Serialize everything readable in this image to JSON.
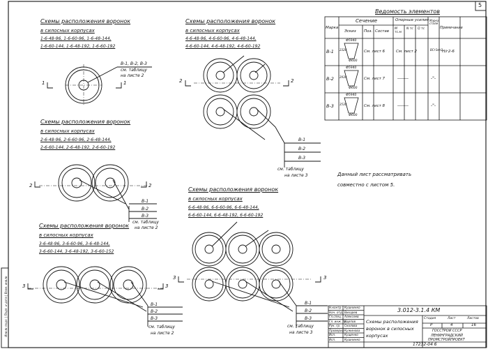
{
  "sheet": {
    "page_number": "5"
  },
  "schemes": {
    "s1": {
      "title": "Схемы расположения воронок",
      "sub": "в силосных корпусах",
      "lines": [
        "1-6-48-96, 1-6-60-96, 1-6-48-144,",
        "1-6-60-144, 1-6-48-192, 1-6-60-192"
      ],
      "leaders": [
        "В-1, В-2, В-3",
        "см. таблицу",
        "на листе 2"
      ],
      "section": "1"
    },
    "s2": {
      "title": "Схемы расположения воронок",
      "sub": "в силосных корпусах",
      "lines": [
        "4-6-48-96, 4-6-60-96, 4-6-48-144,",
        "4-6-60-144, 4-6-48-192, 4-6-60-192"
      ],
      "leaders": [
        "В-1",
        "В-2",
        "В-3",
        "см. таблицу",
        "на листе 3"
      ],
      "section": "2"
    },
    "s3": {
      "title": "Схемы расположения воронок",
      "sub": "в силосных корпусах",
      "lines": [
        "2-6-48-96, 2-6-60-96, 2-6-48-144,",
        "2-6-60-144, 2-6-48-192, 2-6-60-192"
      ],
      "leaders": [
        "В-1",
        "В-2",
        "В-3",
        "см. таблицу",
        "на листе 2"
      ],
      "section": "2"
    },
    "s4": {
      "title": "Схемы расположения воронок",
      "sub": "в силосных корпусах",
      "lines": [
        "6-6-48-96, 6-6-60-96, 6-6-48-144,",
        "6-6-60-144, 6-6-48-192, 6-6-60-192"
      ],
      "leaders": [
        "В-1",
        "В-2",
        "В-3",
        "см. таблицу",
        "на листе 3"
      ],
      "section": "3"
    },
    "s5": {
      "title": "Схемы расположения воронок",
      "sub": "в силосных корпусах",
      "lines": [
        "3-6-48-96, 3-6-60-96, 3-6-48-144,",
        "3-6-60-144, 3-6-48-192, 3-6-60-152"
      ],
      "leaders": [
        "В-1",
        "В-2",
        "В-3",
        "см. таблицу",
        "на листе 2"
      ],
      "section": "3"
    }
  },
  "note": [
    "Данный лист рассматривать",
    "совместно с листом 5."
  ],
  "table": {
    "title": "Ведомость элементов",
    "h_mark": "Марка",
    "h_section": "Сечение",
    "h_sketch": "Эскиз",
    "h_pos": "Поз.",
    "h_comp": "Состав",
    "h_forces": "Опорные усилия",
    "h_m": "M тс.м",
    "h_n": "N тс",
    "h_q": "Q тс",
    "h_steel": "Марка стали",
    "h_note": "Примечание",
    "rows": [
      {
        "mark": "В-1",
        "d_top": "Ф5940",
        "d_bot": "Ф600",
        "h": "2320",
        "comp": "См. лист 6",
        "forces": "См. лист 2",
        "steel": "ВСт3кп2",
        "note": "Н/г2-6"
      },
      {
        "mark": "В-2",
        "d_top": "Ф5940",
        "d_bot": "Ф600",
        "h": "2930",
        "comp": "См. лист 7",
        "forces": "--------",
        "steel": "-\"-",
        "note": ""
      },
      {
        "mark": "В-3",
        "d_top": "Ф5940",
        "d_bot": "Ф600",
        "h": "3530",
        "comp": "См. лист 8",
        "forces": "--------",
        "steel": "-\"-",
        "note": ""
      }
    ]
  },
  "stamp": {
    "code": "3.012-3.1.4   КМ",
    "desc": [
      "Схемы расположения",
      "воронок в силосных",
      "корпусах"
    ],
    "roles": [
      "Н.контр",
      "Нач. отд.",
      "Гл.спец.",
      "Гл. инж. пр.",
      "Рук. гр.",
      "Проверил",
      "Исп.",
      "Исп."
    ],
    "names": [
      "Кушнинко",
      "Вихарев",
      "Алексеев",
      "Карпов",
      "Сколова",
      "Кужинова",
      "Кущенко",
      "Кушнинко"
    ],
    "stage_h": [
      "Стадия",
      "Лист",
      "Листов"
    ],
    "stage_v": [
      "Р",
      "4",
      "16"
    ],
    "org": [
      "ГОССТРОЙ СССР",
      "ЛЕНИНГРАДСКИЙ",
      "ПРОМСТРОЙПРОЕКТ"
    ],
    "footer": "17232-04   6",
    "side_stamp": "Инв.№ подл. | Подп. и дата | Взам. инв.№"
  }
}
